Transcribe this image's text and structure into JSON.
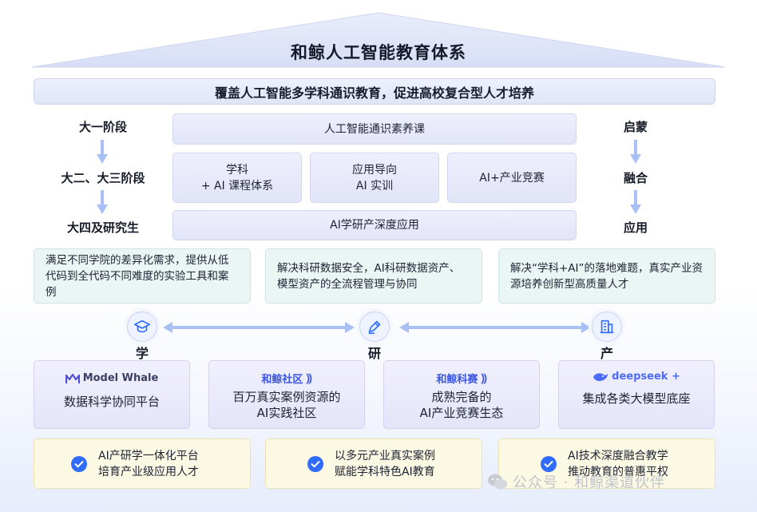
{
  "title": "和鲸人工智能教育体系",
  "banner": "覆盖人工智能多学科通识教育，促进高校复合型人才培养",
  "stages": [
    "大一阶段",
    "大二、大三阶段",
    "大四及研究生"
  ],
  "phases": [
    "启蒙",
    "融合",
    "应用"
  ],
  "courses": {
    "row1": "人工智能通识素养课",
    "row2": [
      {
        "line1": "学科",
        "line2": "+ AI 课程体系"
      },
      {
        "line1": "应用导向",
        "line2": "AI 实训"
      },
      {
        "line1": "AI+产业竞赛",
        "line2": ""
      }
    ],
    "row3": "AI学研产深度应用"
  },
  "descriptions": [
    "满足不同学院的差异化需求，提供从低代码到全代码不同难度的实验工具和案例",
    "解决科研数据安全，AI科研数据资产、模型资产的全流程管理与协同",
    "解决“学科+AI”的落地难题，真实产业资源培养创新型高质量人才"
  ],
  "hubs": [
    {
      "label": "学",
      "icon": "graduation-cap-icon"
    },
    {
      "label": "研",
      "icon": "pen-icon"
    },
    {
      "label": "产",
      "icon": "building-icon"
    }
  ],
  "platforms": [
    {
      "logo": "Model Whale",
      "logo_color": "#3b3f63",
      "line1": "数据科学协同平台",
      "line2": ""
    },
    {
      "logo": "和鲸社区",
      "logo_color": "#3a55e0",
      "line1": "百万真实案例资源的",
      "line2": "AI实践社区"
    },
    {
      "logo": "和鲸科赛",
      "logo_color": "#3a55e0",
      "line1": "成熟完备的",
      "line2": "AI产业竞赛生态"
    },
    {
      "logo": "deepseek +",
      "logo_color": "#4d6bfe",
      "line1": "集成各类大模型底座",
      "line2": ""
    }
  ],
  "bottom": [
    {
      "line1": "AI产研学一体化平台",
      "line2": "培育产业级应用人才"
    },
    {
      "line1": "以多元产业真实案例",
      "line2": "赋能学科特色AI教育"
    },
    {
      "line1": "AI技术深度融合教学",
      "line2": "推动教育的普惠平权"
    }
  ],
  "watermark": "公众号 · 和鲸渠道伙伴",
  "colors": {
    "accent": "#2f6bff",
    "arrow": "#a9c0f5",
    "course_bg": "#e6e8fa",
    "desc_bg": "#eaf5f4",
    "bottom_bg": "#fbf8e4"
  }
}
